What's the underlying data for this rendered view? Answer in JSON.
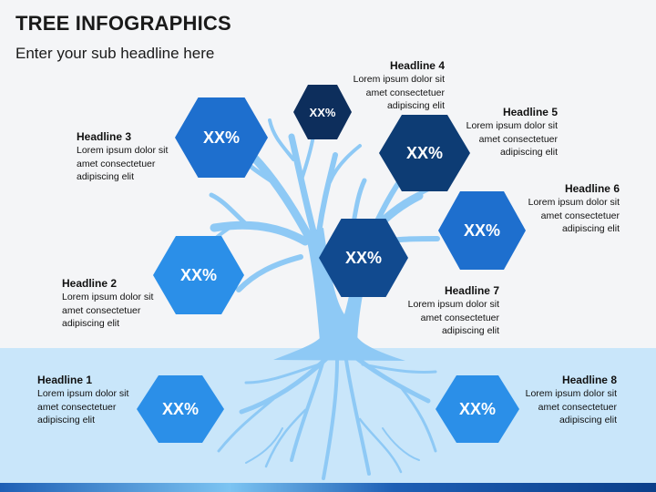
{
  "title": "TREE INFOGRAPHICS",
  "subtitle": "Enter your sub headline here",
  "items": [
    {
      "value": "XX%",
      "headline": "Headline 1",
      "body": [
        "Lorem ipsum dolor sit",
        "amet consectetuer",
        "adipiscing elit"
      ],
      "color": "#2b8fe8"
    },
    {
      "value": "XX%",
      "headline": "Headline 2",
      "body": [
        "Lorem ipsum dolor sit",
        "amet consectetuer",
        "adipiscing elit"
      ],
      "color": "#2b8fe8"
    },
    {
      "value": "XX%",
      "headline": "Headline 3",
      "body": [
        "Lorem ipsum dolor sit",
        "amet consectetuer",
        "adipiscing elit"
      ],
      "color": "#1e6fce"
    },
    {
      "value": "XX%",
      "headline": "Headline 4",
      "body": [
        "Lorem ipsum dolor sit",
        "amet consectetuer",
        "adipiscing elit"
      ],
      "color": "#0d2e5c"
    },
    {
      "value": "XX%",
      "headline": "Headline 5",
      "body": [
        "Lorem ipsum dolor sit",
        "amet consectetuer",
        "adipiscing elit"
      ],
      "color": "#0d3c74"
    },
    {
      "value": "XX%",
      "headline": "Headline 6",
      "body": [
        "Lorem ipsum dolor sit",
        "amet consectetuer",
        "adipiscing elit"
      ],
      "color": "#1e6fce"
    },
    {
      "value": "XX%",
      "headline": "Headline 7",
      "body": [
        "Lorem ipsum dolor sit",
        "amet consectetuer",
        "adipiscing elit"
      ],
      "color": "#114a8f"
    },
    {
      "value": "XX%",
      "headline": "Headline 8",
      "body": [
        "Lorem ipsum dolor sit",
        "amet consectetuer",
        "adipiscing elit"
      ],
      "color": "#2b8fe8"
    }
  ],
  "colors": {
    "tree": "#8ec9f5",
    "ground": "#c9e6fa",
    "background": "#f4f5f7"
  }
}
